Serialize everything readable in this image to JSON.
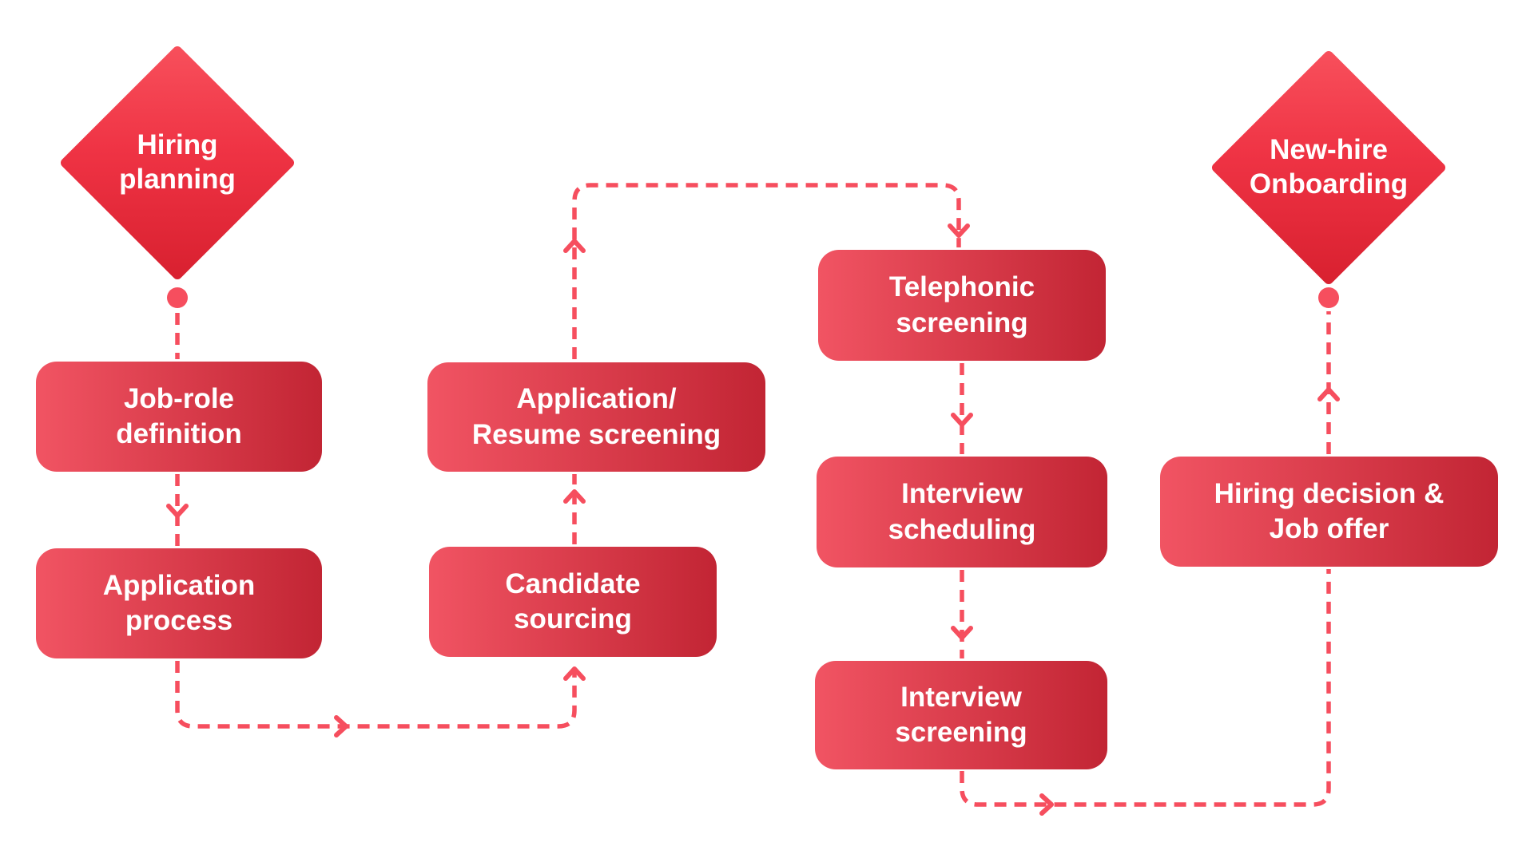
{
  "title": "Hiring process flowchart",
  "colors": {
    "dash_color": "#f64e5e",
    "box_gradient_start": "#f15463",
    "box_gradient_end": "#c22534",
    "diamond_gradient_start": "#f8505c",
    "diamond_gradient_mid": "#ef3344",
    "diamond_gradient_end": "#d8202f",
    "text_color": "#ffffff"
  },
  "nodes": {
    "hiring_planning": {
      "label": "Hiring\nplanning",
      "type": "diamond"
    },
    "job_role_definition": {
      "label": "Job-role\ndefinition",
      "type": "box"
    },
    "application_process": {
      "label": "Application\nprocess",
      "type": "box"
    },
    "application_resume_screening": {
      "label": "Application/\nResume screening",
      "type": "box"
    },
    "candidate_sourcing": {
      "label": "Candidate\nsourcing",
      "type": "box"
    },
    "telephonic_screening": {
      "label": "Telephonic\nscreening",
      "type": "box"
    },
    "interview_scheduling": {
      "label": "Interview\nscheduling",
      "type": "box"
    },
    "interview_screening": {
      "label": "Interview\nscreening",
      "type": "box"
    },
    "hiring_decision_job_offer": {
      "label": "Hiring decision &\nJob offer",
      "type": "box"
    },
    "new_hire_onboarding": {
      "label": "New-hire\nOnboarding",
      "type": "diamond"
    }
  }
}
